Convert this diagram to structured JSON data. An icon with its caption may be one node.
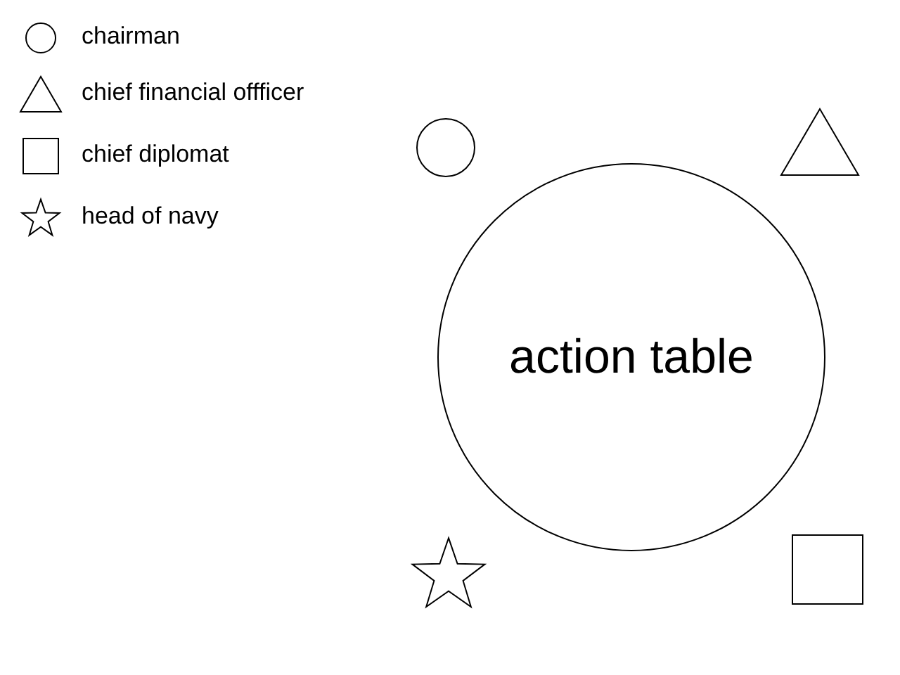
{
  "diagram": {
    "nodes": [
      {
        "text": [],
        "shape": "circle"
      },
      {
        "text": [],
        "shape": "triangle"
      },
      {
        "text": [
          "action table"
        ]
      },
      {
        "text": [],
        "shape": "star"
      },
      {
        "text": [],
        "shape": "box"
      }
    ],
    "edges": [],
    "legend": [
      {
        "text": "chairman"
      },
      {
        "text": "chief financial offficer"
      },
      {
        "text": "chief diplomat"
      },
      {
        "text": "head of navy"
      }
    ]
  }
}
